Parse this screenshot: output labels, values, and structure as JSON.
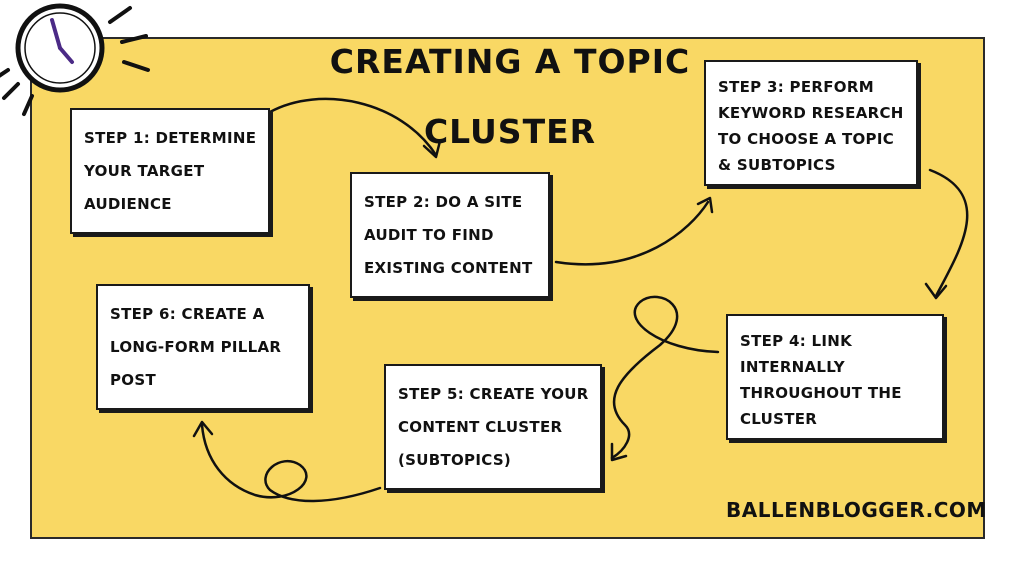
{
  "title": {
    "line1": "CREATING A TOPIC",
    "line2": "CLUSTER"
  },
  "steps": [
    {
      "lines": [
        "STEP 1: DETERMINE",
        "YOUR TARGET",
        "AUDIENCE"
      ]
    },
    {
      "lines": [
        "STEP 2: DO A SITE",
        "AUDIT TO FIND",
        "EXISTING CONTENT"
      ]
    },
    {
      "lines": [
        "STEP 3: PERFORM",
        "KEYWORD RESEARCH",
        "TO CHOOSE A TOPIC",
        "& SUBTOPICS"
      ]
    },
    {
      "lines": [
        "STEP 4: LINK",
        "INTERNALLY",
        "THROUGHOUT THE",
        "CLUSTER"
      ]
    },
    {
      "lines": [
        "STEP 5: CREATE YOUR",
        "CONTENT CLUSTER",
        "(SUBTOPICS)"
      ]
    },
    {
      "lines": [
        "STEP 6: CREATE A",
        "LONG-FORM PILLAR",
        "POST"
      ]
    }
  ],
  "footer": "BALLENBLOGGER.COM",
  "colors": {
    "background": "#f9d864",
    "ink": "#111111",
    "clock_hands": "#4b2a86"
  },
  "icons": [
    "clock-icon"
  ]
}
